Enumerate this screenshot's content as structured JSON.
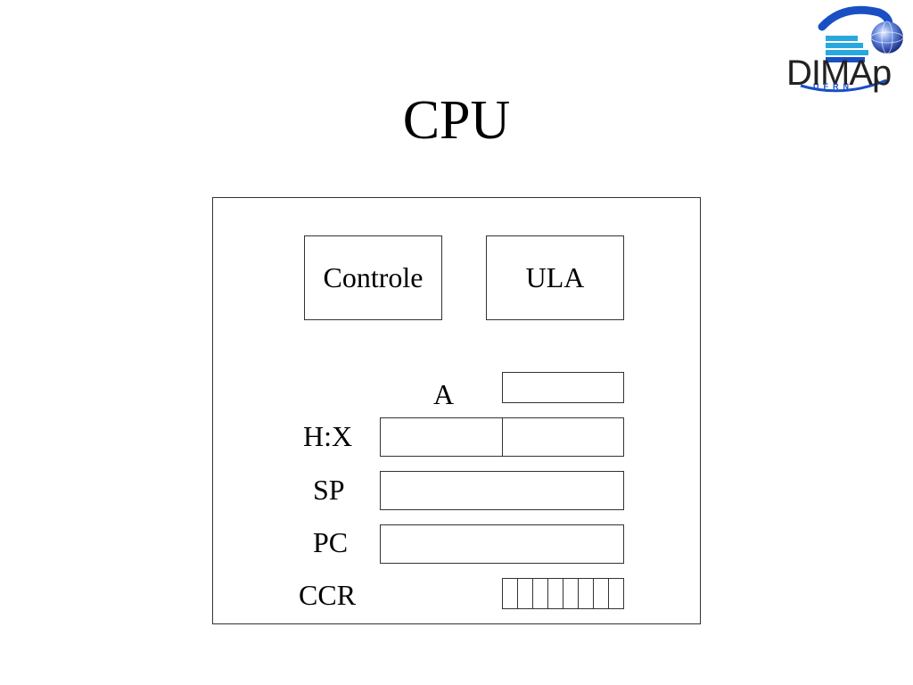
{
  "header": {
    "title": "CPU",
    "logo": {
      "text_main": "DIMA",
      "text_end": "p",
      "text_sub": "UFRN",
      "icon": "globe-icon"
    }
  },
  "diagram": {
    "units": {
      "control": "Controle",
      "alu": "ULA"
    },
    "registers": {
      "a": "A",
      "hx": "H:X",
      "sp": "SP",
      "pc": "PC",
      "ccr": "CCR"
    },
    "ccr_bit_count": 8
  },
  "colors": {
    "logo_blue": "#1a4fc4",
    "logo_cyan": "#29a8e0",
    "line": "#333333"
  }
}
